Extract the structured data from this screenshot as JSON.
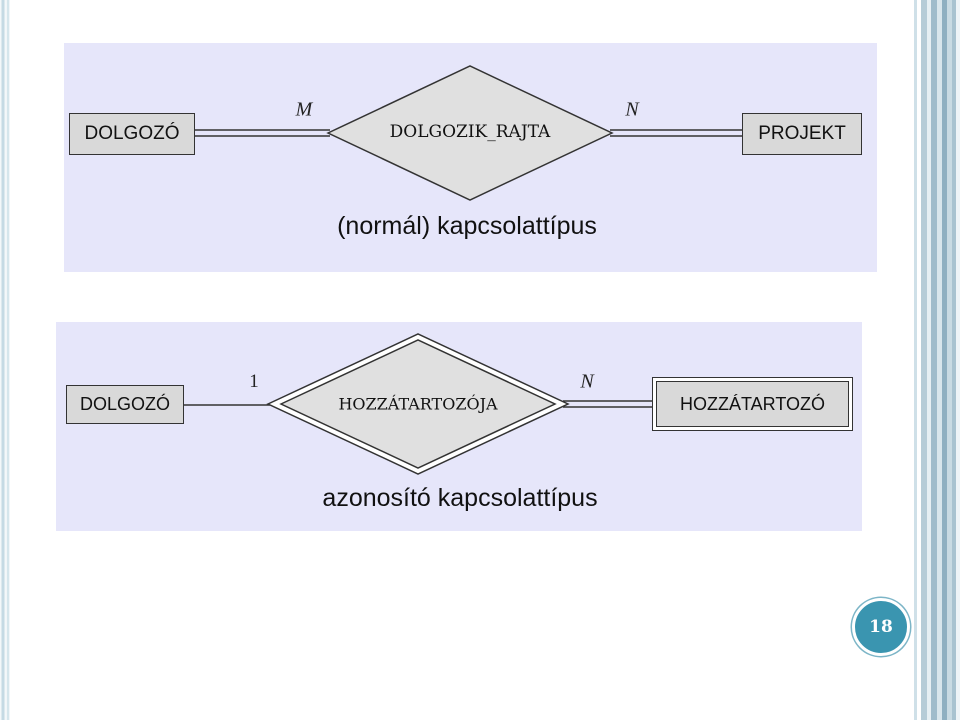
{
  "diagrams": [
    {
      "left_entity": "DOLGOZÓ",
      "relationship": "DOLGOZIK_RAJTA",
      "right_entity": "PROJEKT",
      "left_cardinality": "M",
      "right_cardinality": "N",
      "caption": "(normál) kapcsolattípus"
    },
    {
      "left_entity": "DOLGOZÓ",
      "relationship": "HOZZÁTARTOZÓJA",
      "right_entity": "HOZZÁTARTOZÓ",
      "left_cardinality": "1",
      "right_cardinality": "N",
      "caption": "azonosító kapcsolattípus"
    }
  ],
  "page_number": "18",
  "colors": {
    "panel_background": "#e6e6fa",
    "entity_fill": "#d9d9d9",
    "badge": "#3a95b0"
  }
}
